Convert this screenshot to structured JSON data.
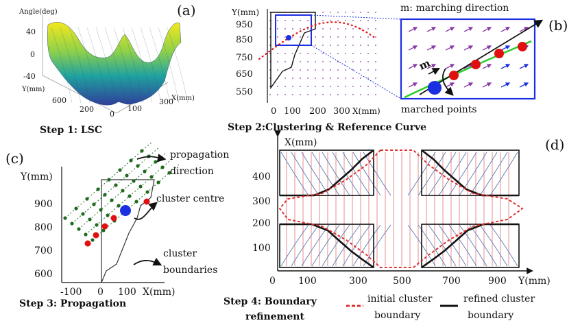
{
  "panel_a": {
    "letter": "(a)",
    "zlabel": "Angle(deg)",
    "z_ticks": [
      "40",
      "0",
      "-40"
    ],
    "y_ticks": [
      "600",
      "200"
    ],
    "x_ticks": [
      "0",
      "100",
      "300"
    ],
    "ylabel": "Y(mm)",
    "xlabel": "X(mm)",
    "step": "Step 1: LSC"
  },
  "panel_b": {
    "letter": "(b)",
    "ylabel": "Y(mm)",
    "y_ticks": [
      "950",
      "850",
      "750",
      "650",
      "550"
    ],
    "x_ticks": [
      "0",
      "100",
      "200",
      "300"
    ],
    "xlabel": "X(mm)",
    "inset_title": "m: marching direction",
    "m_label": "m",
    "marched_label": "marched points",
    "step": "Step 2:Clustering & Reference Curve"
  },
  "panel_c": {
    "letter": "(c)",
    "ylabel": "Y(mm)",
    "y_ticks": [
      "900",
      "800",
      "700",
      "600"
    ],
    "x_ticks": [
      "-100",
      "0",
      "100"
    ],
    "xlabel": "X(mm)",
    "prop_line1": "propagation",
    "prop_line2": "direction",
    "cluster_centre": "cluster centre",
    "boundaries_line1": "cluster",
    "boundaries_line2": "boundaries",
    "step": "Step 3: Propagation"
  },
  "panel_d": {
    "letter": "(d)",
    "ylabel": "X(mm)",
    "y_ticks": [
      "400",
      "300",
      "200",
      "100"
    ],
    "x_ticks": [
      "0",
      "100",
      "300",
      "500",
      "700",
      "900"
    ],
    "xlabel": "Y(mm)",
    "step_line1": "Step 4: Boundary",
    "step_line2": "refinement",
    "legend_initial_1": "initial cluster",
    "legend_initial_2": "boundary",
    "legend_refined_1": "refined cluster",
    "legend_refined_2": "boundary"
  },
  "colors": {
    "red_point": "#e01010",
    "blue_point": "#1a2fe0",
    "green_point": "#1f6b1f",
    "purple_arrow": "#8a3aa8",
    "blue_curve": "#5a78b0",
    "initial_boundary": "#e03030"
  }
}
